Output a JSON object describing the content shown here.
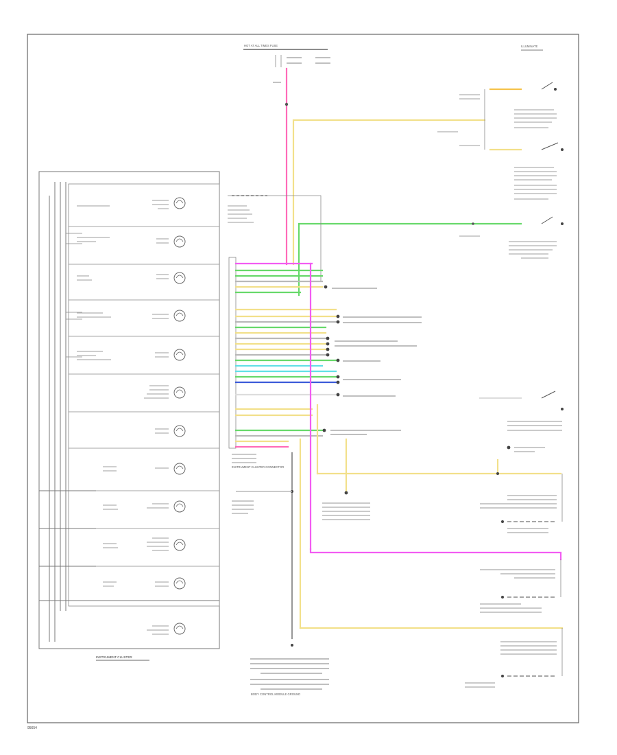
{
  "colors": {
    "pink": "#ff6ab8",
    "magenta": "#f25cf2",
    "yellow": "#f2e08a",
    "orange_yellow": "#f5c24a",
    "green": "#67d96a",
    "cyan": "#62e0e6",
    "blue": "#3b5bd9",
    "gray_wire": "#b9b9b9",
    "frame": "#666666"
  },
  "labels": {
    "footer": "95654",
    "top_right": "ILLUMINATE",
    "top_center": "HOT AT ALL TIMES FUSE",
    "cluster_title": "INSTRUMENT CLUSTER",
    "connector_title": "INSTRUMENT CLUSTER CONNECTOR",
    "bottom_block": "BODY CONTROL MODULE GROUND"
  }
}
